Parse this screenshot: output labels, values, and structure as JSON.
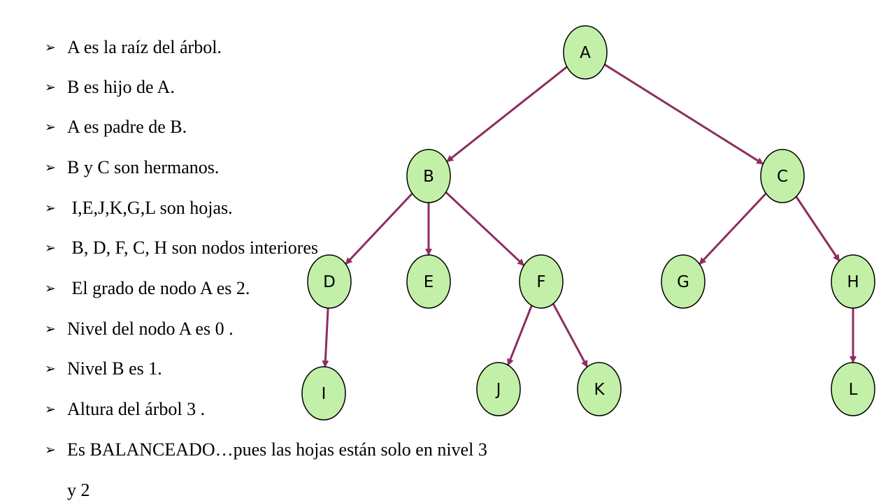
{
  "bullet_icon": "arrowhead-bullet-icon",
  "colors": {
    "node_fill": "#c3f0a8",
    "node_stroke": "#000000",
    "edge": "#8c2d5f"
  },
  "bullets": [
    "A es la raíz del árbol.",
    "B es hijo de A.",
    "A es padre de B.",
    "B y C son hermanos.",
    " I,E,J,K,G,L son hojas.",
    " B, D, F, C, H son nodos interiores",
    " El grado de nodo A es 2.",
    "Nivel del nodo A es 0 .",
    "Nivel B es 1.",
    "Altura del árbol 3 .",
    "Es BALANCEADO…pues las hojas están solo en nivel 3"
  ],
  "bullet_continuation": "y 2",
  "tree": {
    "nodes": [
      "A",
      "B",
      "C",
      "D",
      "E",
      "F",
      "G",
      "H",
      "I",
      "J",
      "K",
      "L"
    ],
    "edges": [
      [
        "A",
        "B"
      ],
      [
        "A",
        "C"
      ],
      [
        "B",
        "D"
      ],
      [
        "B",
        "E"
      ],
      [
        "B",
        "F"
      ],
      [
        "C",
        "G"
      ],
      [
        "C",
        "H"
      ],
      [
        "D",
        "I"
      ],
      [
        "F",
        "J"
      ],
      [
        "F",
        "K"
      ],
      [
        "H",
        "L"
      ]
    ]
  }
}
